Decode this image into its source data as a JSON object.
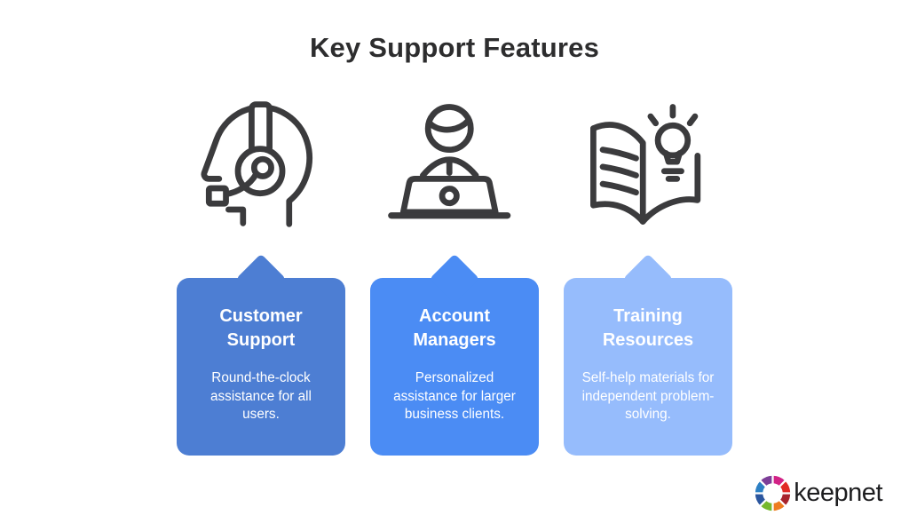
{
  "title": "Key Support Features",
  "cards": [
    {
      "heading_l1": "Customer",
      "heading_l2": "Support",
      "body": "Round-the-clock assistance for all users.",
      "color": "#4d7ed3",
      "icon": "headset-agent-icon"
    },
    {
      "heading_l1": "Account",
      "heading_l2": "Managers",
      "body": "Personalized assistance for larger business clients.",
      "color": "#4b8cf4",
      "icon": "person-at-laptop-icon"
    },
    {
      "heading_l1": "Training",
      "heading_l2": "Resources",
      "body": "Self-help materials for independent problem-solving.",
      "color": "#96bcfc",
      "icon": "book-lightbulb-icon"
    }
  ],
  "logo": {
    "text": "keepnet",
    "ring_colors": [
      "#d22286",
      "#e12b26",
      "#a8232c",
      "#ee7c1f",
      "#76b82d",
      "#2b569f",
      "#2d80c4",
      "#7d3e98"
    ]
  },
  "colors": {
    "background": "#ffffff",
    "title_text": "#2d2d2e",
    "card_text": "#ffffff",
    "icon_stroke": "#3b3b3d",
    "logo_text": "#1d1d1f"
  }
}
